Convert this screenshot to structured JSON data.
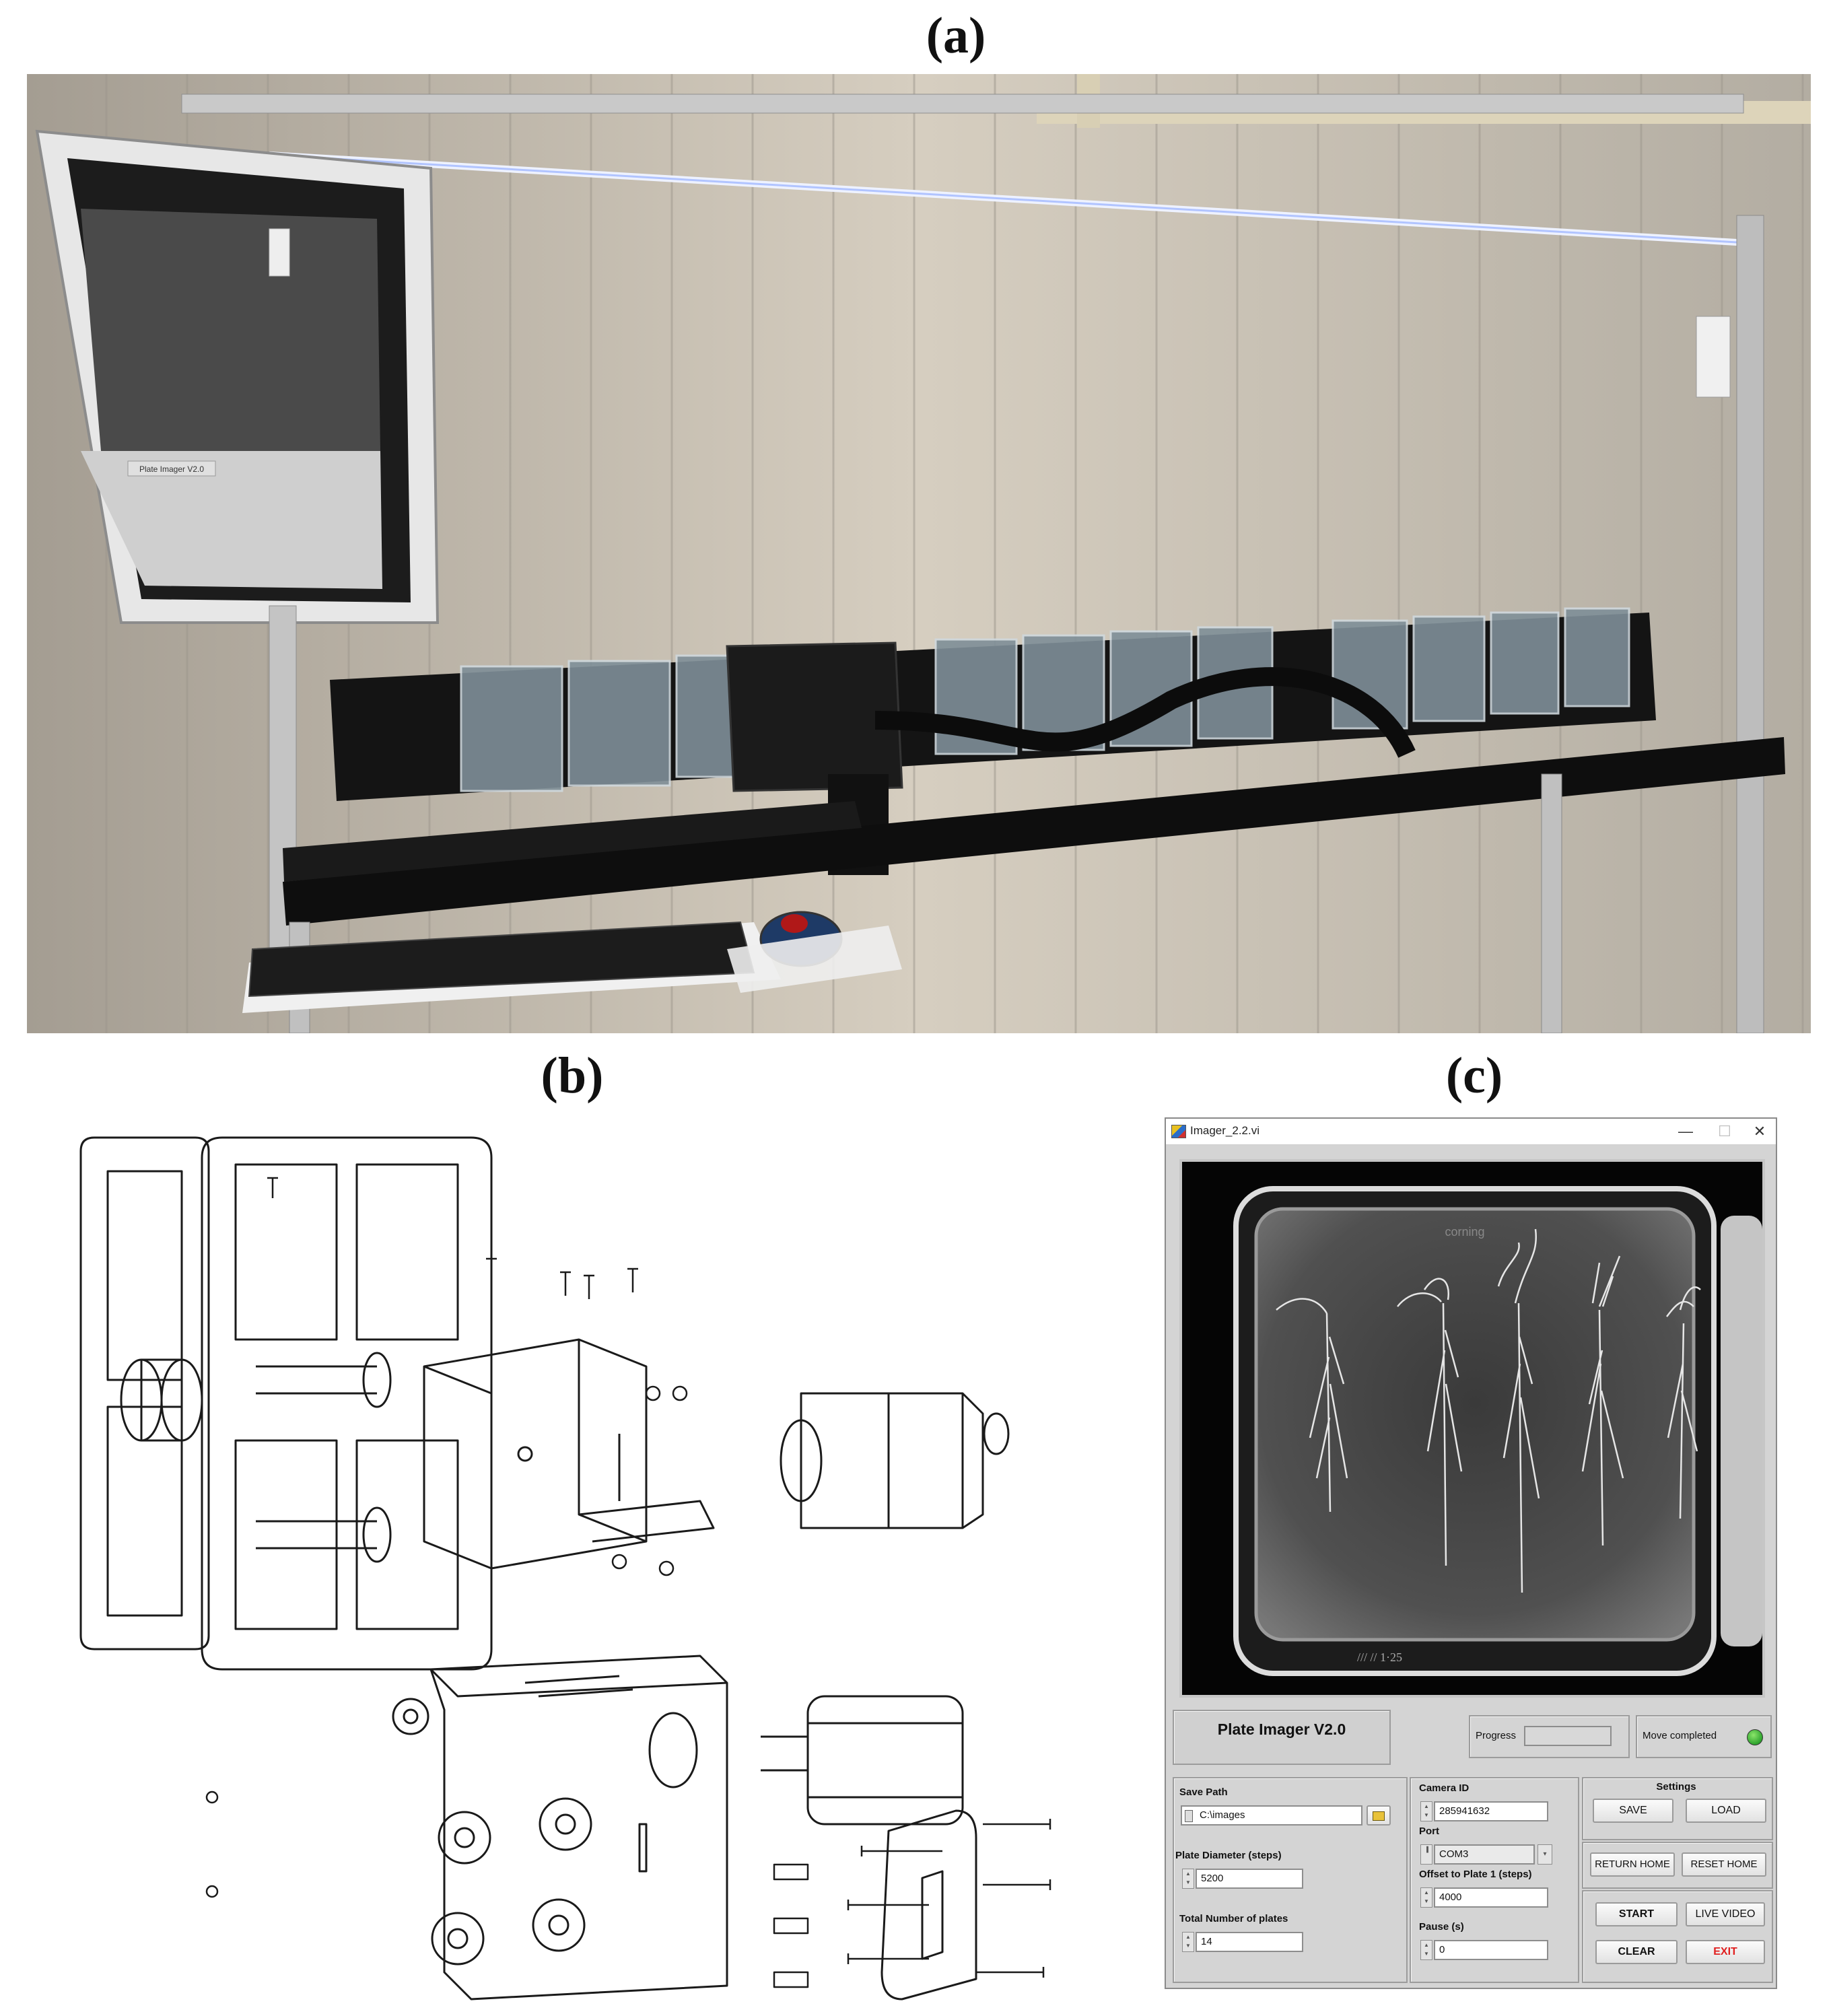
{
  "panel_labels": {
    "a": "(a)",
    "b": "(b)",
    "c": "(c)"
  },
  "photo": {
    "monitor_window_title": "Plate Imager V2.0"
  },
  "app": {
    "window_title": "Imager_2.2.vi",
    "window_controls": {
      "minimize": "—",
      "maximize": "☐",
      "close": "✕"
    },
    "plate_lid_text": "corning",
    "plate_marks": "///  //   1·25",
    "header_title": "Plate Imager V2.0",
    "progress_label": "Progress",
    "progress_value": 0,
    "move_completed_label": "Move completed",
    "move_completed_led": "#2ea32e",
    "save_path": {
      "label": "Save Path",
      "value": "C:\\images"
    },
    "plate_diameter": {
      "label": "Plate Diameter (steps)",
      "value": "5200"
    },
    "total_plates": {
      "label": "Total Number of plates",
      "value": "14"
    },
    "camera_id": {
      "label": "Camera ID",
      "value": "285941632"
    },
    "port": {
      "label": "Port",
      "value": "COM3"
    },
    "offset": {
      "label": "Offset to Plate 1 (steps)",
      "value": "4000"
    },
    "pause": {
      "label": "Pause (s)",
      "value": "0"
    },
    "settings": {
      "label": "Settings",
      "save": "SAVE",
      "load": "LOAD"
    },
    "home": {
      "return": "RETURN HOME",
      "reset": "RESET HOME"
    },
    "run": {
      "start": "START",
      "live_video": "LIVE VIDEO",
      "clear": "CLEAR",
      "exit": "EXIT"
    },
    "colors": {
      "exit_text": "#e02020",
      "panel_bg": "#d4d4d4"
    },
    "icons": {
      "folder": "folder-icon",
      "spinner": "spinner-arrows-icon",
      "dropdown": "chevron-down-icon"
    }
  }
}
